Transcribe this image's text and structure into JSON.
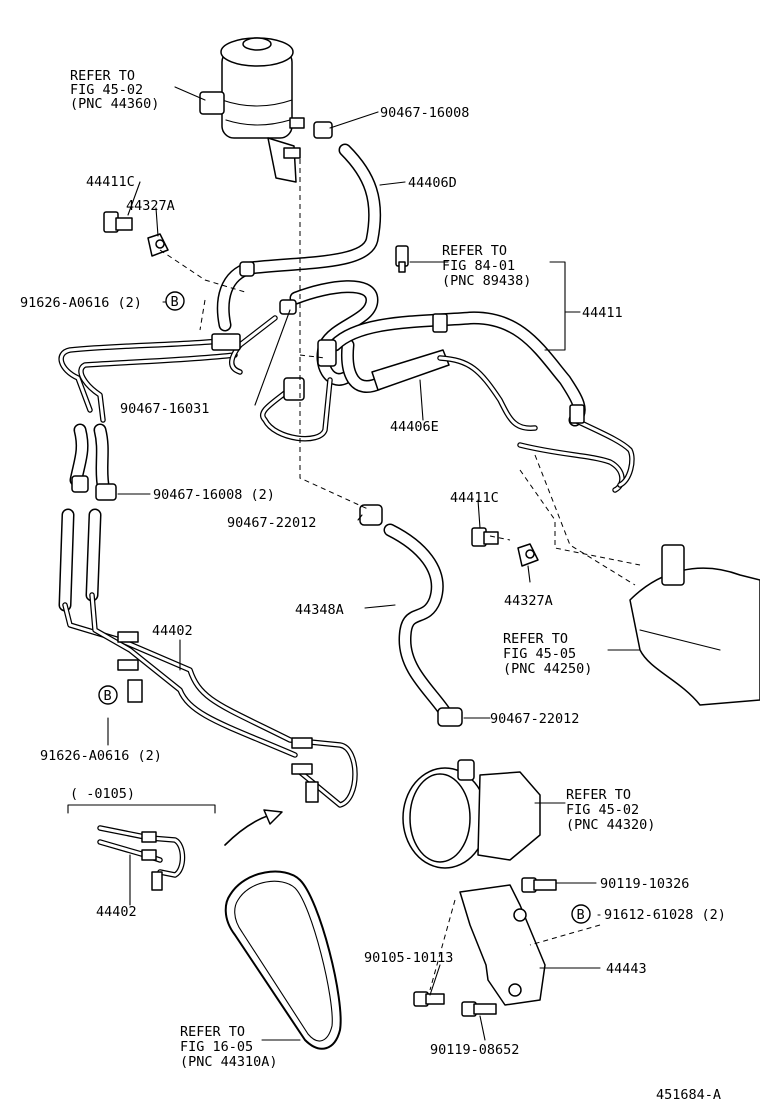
{
  "labels": {
    "refer_reservoir": [
      "REFER TO",
      "FIG 45-02",
      "(PNC 44360)"
    ],
    "clamp_top": "90467-16008",
    "pn_44411c_top": "44411C",
    "pn_44327a_top": "44327A",
    "hose_44406d": "44406D",
    "refer_sensor": [
      "REFER TO",
      "FIG 84-01",
      "(PNC 89438)"
    ],
    "pn_44411": "44411",
    "bolt_b_top": "91626-A0616 (2)",
    "clamp_16031": "90467-16031",
    "hose_44406e": "44406E",
    "clamp_16008_2": "90467-16008 (2)",
    "pn_44411c_mid": "44411C",
    "clamp_22012_a": "90467-22012",
    "hose_44348a": "44348A",
    "pn_44327a_mid": "44327A",
    "refer_gear": [
      "REFER TO",
      "FIG 45-05",
      "(PNC 44250)"
    ],
    "tube_44402": "44402",
    "clamp_22012_b": "90467-22012",
    "bolt_b_bottom": "91626-A0616 (2)",
    "inset_range": "(  -0105)",
    "refer_pump": [
      "REFER TO",
      "FIG 45-02",
      "(PNC 44320)"
    ],
    "inset_44402": "44402",
    "bolt_10326": "90119-10326",
    "bolt_61028": "91612-61028 (2)",
    "bolt_10113": "90105-10113",
    "bracket_44443": "44443",
    "refer_belt": [
      "REFER TO",
      "FIG 16-05",
      "(PNC 44310A)"
    ],
    "bolt_08652": "90119-08652",
    "diagram_id": "451684-A",
    "callout_b": "B"
  }
}
